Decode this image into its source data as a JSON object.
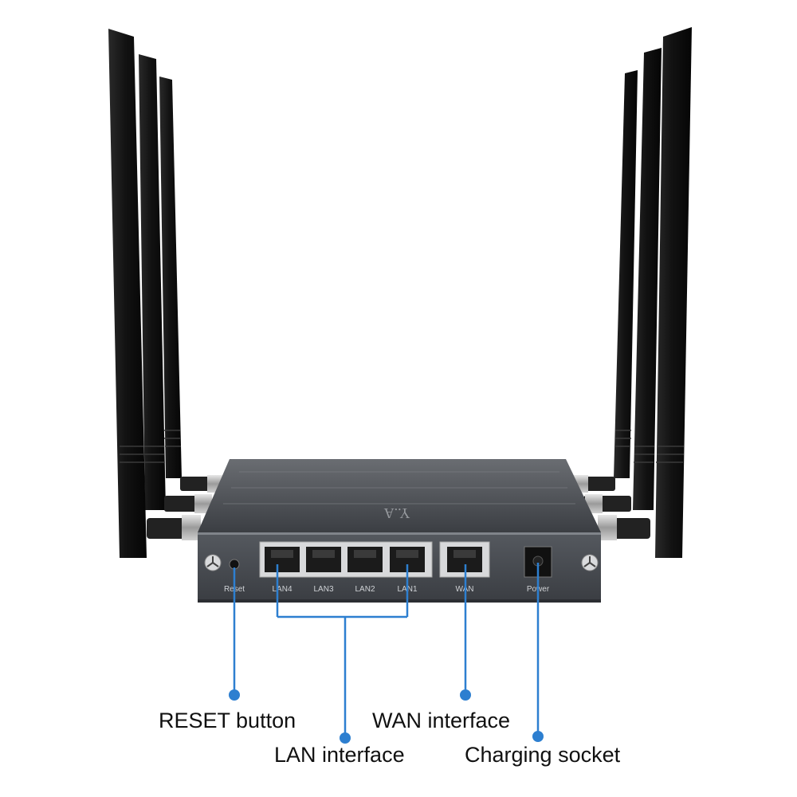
{
  "device": {
    "port_labels": {
      "reset": "Reset",
      "lan4": "LAN4",
      "lan3": "LAN3",
      "lan2": "LAN2",
      "lan1": "LAN1",
      "wan": "WAN",
      "power": "Power"
    }
  },
  "callouts": {
    "reset": "RESET button",
    "lan": "LAN interface",
    "wan": "WAN interface",
    "power": "Charging socket"
  },
  "colors": {
    "callout_line": "#2d7fd0",
    "antenna": "#151515",
    "chassis": "#3a3d42",
    "panel": "#4b4f55"
  }
}
